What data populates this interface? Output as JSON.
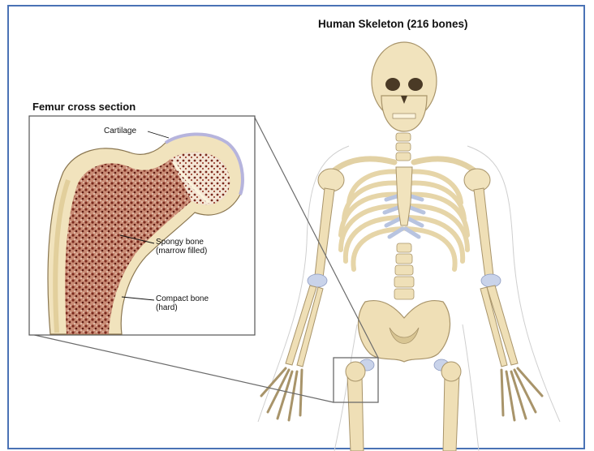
{
  "diagram": {
    "title": "Human Skeleton (216 bones)",
    "inset_title": "Femur cross section",
    "labels": {
      "cartilage": "Cartilage",
      "spongy_line1": "Spongy bone",
      "spongy_line2": "(marrow filled)",
      "compact_line1": "Compact bone",
      "compact_line2": "(hard)"
    }
  },
  "colors": {
    "frame": "#4a72b5",
    "bone": "#f1e3bd",
    "bone_outline": "#a8946a",
    "cartilage": "#c9d3ea",
    "marrow": "#8a3a2c"
  }
}
